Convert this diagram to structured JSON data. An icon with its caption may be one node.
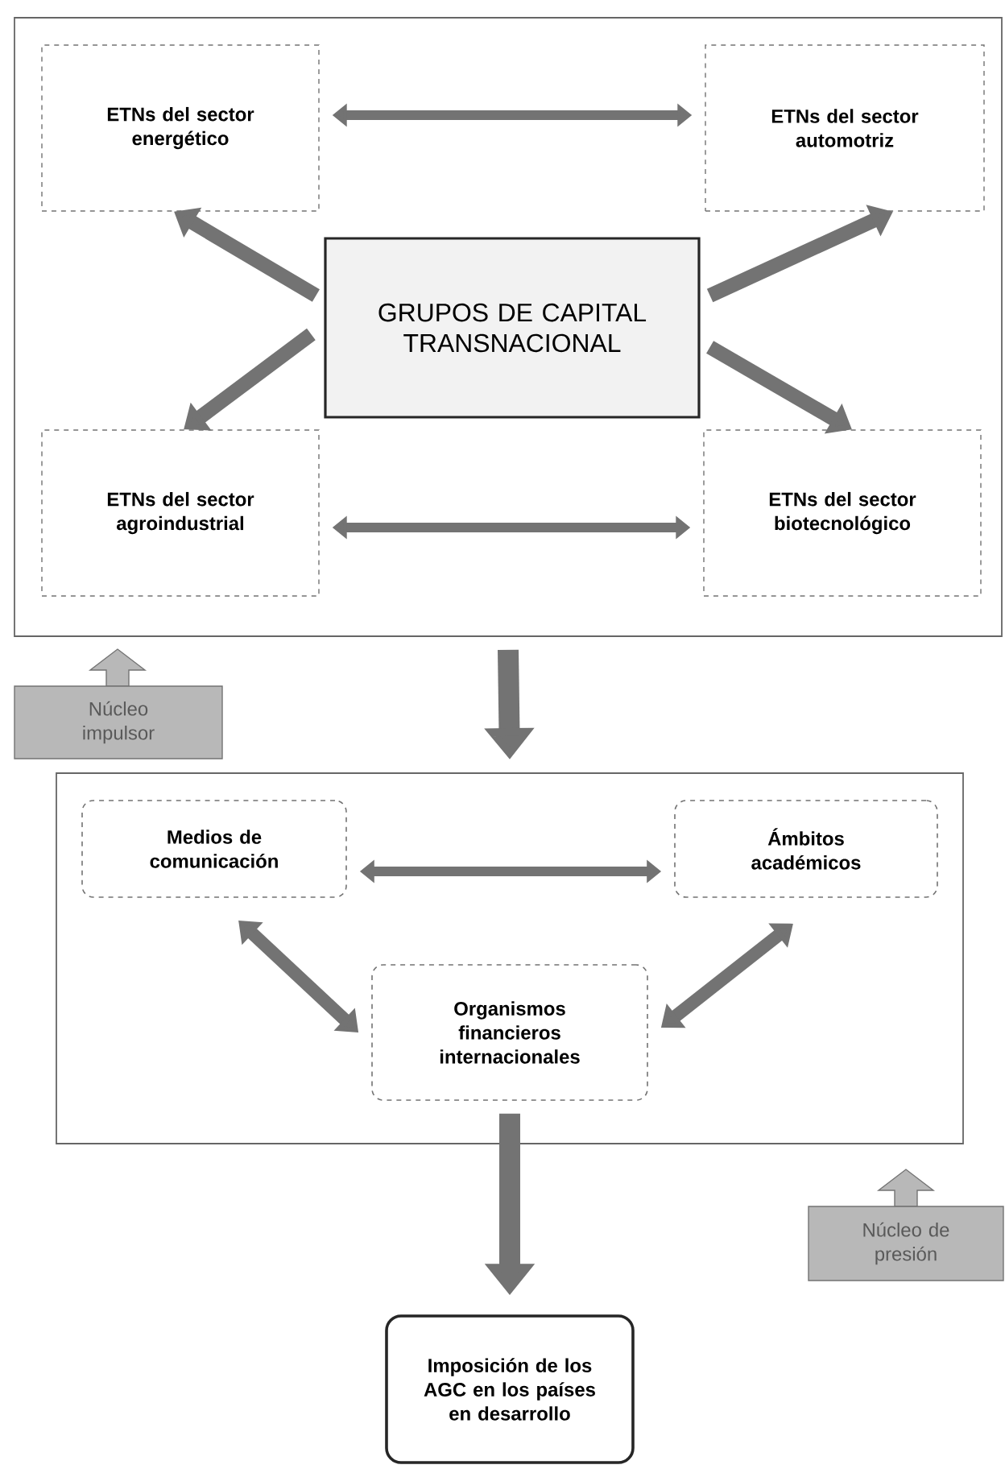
{
  "diagram": {
    "nodes": [
      {
        "text": [],
        "shape": "box"
      },
      {
        "text": [
          "ETNs del sector energético"
        ],
        "in": 0
      },
      {
        "text": [
          "ETNs del sector automotriz"
        ],
        "in": 0
      },
      {
        "text": [
          "GRUPOS DE CAPITAL TRANSNACIONAL"
        ],
        "in": 0
      },
      {
        "text": [
          "ETNs del sector agroindustrial"
        ],
        "in": 0
      },
      {
        "text": [
          "ETNs del sector biotecnológico"
        ],
        "in": 0
      },
      {
        "text": [
          "Núcleo impulsor"
        ]
      },
      {
        "text": [],
        "shape": "box"
      },
      {
        "text": [
          "Medios de comunicación"
        ],
        "in": 7
      },
      {
        "text": [
          "Ámbitos académicos"
        ],
        "in": 7
      },
      {
        "text": [
          "Organismos financieros internacionales"
        ],
        "in": 7
      },
      {
        "text": [
          "Núcleo de presión"
        ]
      },
      {
        "text": [
          "Imposición de los AGC en los países en desarrollo"
        ]
      }
    ],
    "edges": [
      {
        "from": 3,
        "to": 1,
        "arrow": "to"
      },
      {
        "from": 3,
        "to": 2,
        "arrow": "to"
      },
      {
        "from": 3,
        "to": 4,
        "arrow": "to"
      },
      {
        "from": 3,
        "to": 5,
        "arrow": "to"
      },
      {
        "from": 1,
        "to": 2,
        "arrow": "both"
      },
      {
        "from": 4,
        "to": 5,
        "arrow": "both"
      },
      {
        "from": 0,
        "to": 7,
        "arrow": "to"
      },
      {
        "from": 8,
        "to": 9,
        "arrow": "both"
      },
      {
        "from": 8,
        "to": 10,
        "arrow": "both"
      },
      {
        "from": 9,
        "to": 10,
        "arrow": "both"
      },
      {
        "from": 10,
        "to": 12,
        "arrow": "to"
      }
    ]
  }
}
